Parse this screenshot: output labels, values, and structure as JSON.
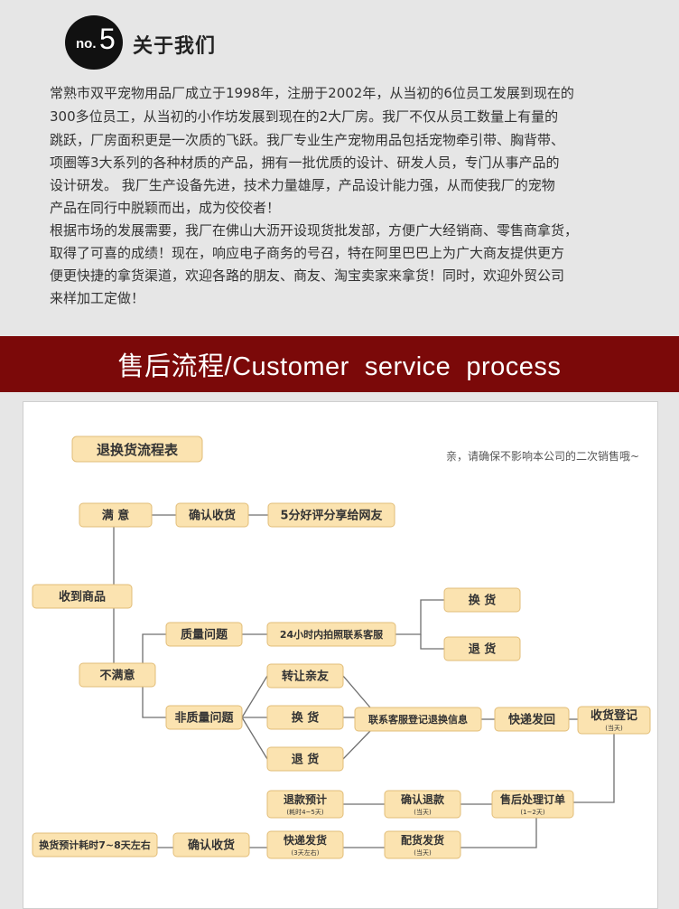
{
  "about": {
    "badge_no": "no.",
    "badge_num": "5",
    "title": "关于我们",
    "paragraphs": [
      "常熟市双平宠物用品厂成立于1998年，注册于2002年，从当初的6位员工发展到现在的",
      "  300多位员工，从当初的小作坊发展到现在的2大厂房。我厂不仅从员工数量上有量的",
      "跳跃，厂房面积更是一次质的飞跃。我厂专业生产宠物用品包括宠物牵引带、胸背带、",
      "项圈等3大系列的各种材质的产品，拥有一批优质的设计、研发人员，专门从事产品的",
      "设计研发。  我厂生产设备先进，技术力量雄厚，产品设计能力强，从而使我厂的宠物",
      "产品在同行中脱颖而出，成为佼佼者！",
      "根据市场的发展需要，我厂在佛山大沥开设现货批发部，方便广大经销商、零售商拿货，",
      "取得了可喜的成绩！现在，响应电子商务的号召，特在阿里巴巴上为广大商友提供更方",
      "便更快捷的拿货渠道，欢迎各路的朋友、商友、淘宝卖家来拿货！同时，欢迎外贸公司",
      "来样加工定做！"
    ]
  },
  "banner": {
    "title": "售后流程/Customer  service  process"
  },
  "flow": {
    "title": "退换货流程表",
    "notice": "亲，请确保不影响本公司的二次销售哦~",
    "colors": {
      "box_fill": "#fbe3b0",
      "box_stroke": "#e2bd78",
      "line": "#6f6f6f",
      "text": "#333333"
    },
    "nodes": {
      "satisfied": "满 意",
      "confirm_receipt_1": "确认收货",
      "five_star": "5分好评分享给网友",
      "received": "收到商品",
      "quality_issue": "质量问题",
      "contact_24h": "24小时内拍照联系客服",
      "exchange_1": "换 货",
      "refund_1": "退 货",
      "unsatisfied": "不满意",
      "transfer_friend": "转让亲友",
      "non_quality": "非质量问题",
      "exchange_2": "换 货",
      "refund_2": "退 货",
      "contact_register": "联系客服登记退换信息",
      "express_back": "快递发回",
      "receipt_register": "收货登记",
      "receipt_register_sub": "(当天)",
      "refund_estimate": "退款预计",
      "refund_estimate_sub": "(耗时4~5天)",
      "confirm_refund": "确认退款",
      "confirm_refund_sub": "(当天)",
      "after_sale_order": "售后处理订单",
      "after_sale_order_sub": "(1~2天)",
      "exchange_estimate": "换货预计耗时7~8天左右",
      "confirm_receipt_2": "确认收货",
      "express_ship": "快递发货",
      "express_ship_sub": "(3天左右)",
      "prepare_ship": "配货发货",
      "prepare_ship_sub": "(当天)"
    }
  }
}
